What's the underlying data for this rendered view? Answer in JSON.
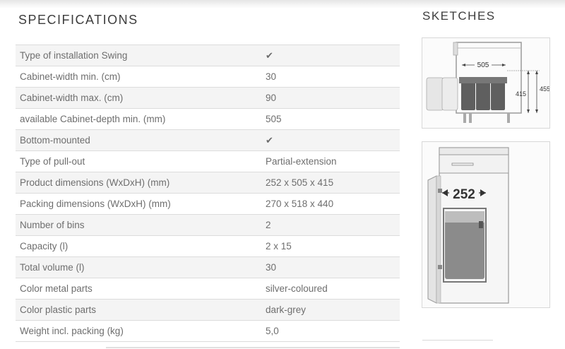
{
  "specifications": {
    "title": "SPECIFICATIONS",
    "rows": [
      {
        "label": "Type of installation Swing",
        "value": "",
        "check": true
      },
      {
        "label": "Cabinet-width min. (cm)",
        "value": "30",
        "check": false
      },
      {
        "label": "Cabinet-width max. (cm)",
        "value": "90",
        "check": false
      },
      {
        "label": "available Cabinet-depth min. (mm)",
        "value": "505",
        "check": false
      },
      {
        "label": "Bottom-mounted",
        "value": "",
        "check": true
      },
      {
        "label": "Type of pull-out",
        "value": "Partial-extension",
        "check": false
      },
      {
        "label": "Product dimensions (WxDxH) (mm)",
        "value": "252 x 505 x 415",
        "check": false
      },
      {
        "label": "Packing dimensions (WxDxH) (mm)",
        "value": "270 x 518 x 440",
        "check": false
      },
      {
        "label": "Number of bins",
        "value": "2",
        "check": false
      },
      {
        "label": "Capacity (l)",
        "value": "2 x 15",
        "check": false
      },
      {
        "label": "Total volume (l)",
        "value": "30",
        "check": false
      },
      {
        "label": "Color metal parts",
        "value": "silver-coloured",
        "check": false
      },
      {
        "label": "Color plastic parts",
        "value": "dark-grey",
        "check": false
      },
      {
        "label": "Weight incl. packing (kg)",
        "value": "5,0",
        "check": false
      }
    ],
    "check_icon": "checkmark-icon"
  },
  "sketches": {
    "title": "SKETCHES",
    "side_view": {
      "depth_label": "505",
      "height_label_inner": "415",
      "height_label_outer": "455"
    },
    "front_view": {
      "width_label": "252"
    }
  }
}
